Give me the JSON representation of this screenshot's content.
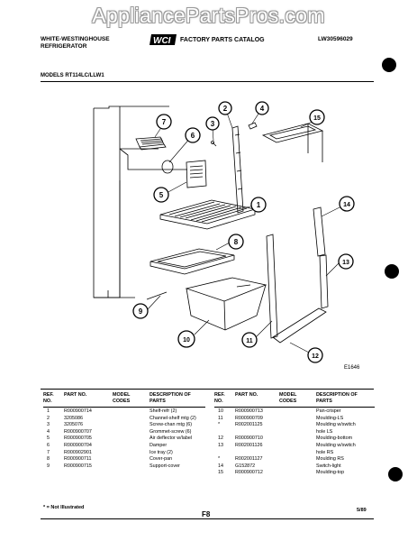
{
  "watermark": "AppliancePartsPros.com",
  "header": {
    "brand_line1": "WHITE-WESTINGHOUSE",
    "brand_line2": "REFRIGERATOR",
    "logo_text": "WCI",
    "catalog_title": "FACTORY PARTS CATALOG",
    "catalog_code": "LW30596029"
  },
  "models": "MODELS RT114LC/LLW1",
  "figure": {
    "code": "E1646",
    "callouts": [
      "1",
      "2",
      "3",
      "4",
      "5",
      "6",
      "7",
      "8",
      "9",
      "10",
      "11",
      "12",
      "13",
      "14",
      "15"
    ]
  },
  "table": {
    "headers": {
      "ref_no": "REF. NO.",
      "part_no": "PART NO.",
      "model_codes": "MODEL CODES",
      "description": "DESCRIPTION OF PARTS"
    },
    "left_rows": [
      {
        "ref": "1",
        "part": "R000900714",
        "code": "",
        "desc": "Shelf-refr (2)"
      },
      {
        "ref": "2",
        "part": "3205086",
        "code": "",
        "desc": "Channel-shelf mtg (2)"
      },
      {
        "ref": "3",
        "part": "3205076",
        "code": "",
        "desc": "Screw-chan mtg (6)"
      },
      {
        "ref": "4",
        "part": "R000900707",
        "code": "",
        "desc": "Grommet-screw (6)"
      },
      {
        "ref": "5",
        "part": "R000900705",
        "code": "",
        "desc": "Air deflector w/label"
      },
      {
        "ref": "6",
        "part": "R000900704",
        "code": "",
        "desc": "Damper"
      },
      {
        "ref": "7",
        "part": "R000902901",
        "code": "",
        "desc": "Ice tray (2)"
      },
      {
        "ref": "8",
        "part": "R000900711",
        "code": "",
        "desc": "Cover-pan"
      },
      {
        "ref": "9",
        "part": "R000900715",
        "code": "",
        "desc": "Support-cover"
      }
    ],
    "right_rows": [
      {
        "ref": "10",
        "part": "R000900713",
        "code": "",
        "desc": "Pan-crisper"
      },
      {
        "ref": "11",
        "part": "R000900709",
        "code": "",
        "desc": "Moulding-LS"
      },
      {
        "ref": "*",
        "part": "R002001125",
        "code": "",
        "desc": "Moulding w/switch"
      },
      {
        "ref": "",
        "part": "",
        "code": "",
        "desc": "hole LS"
      },
      {
        "ref": "12",
        "part": "R000900710",
        "code": "",
        "desc": "Moulding-bottom"
      },
      {
        "ref": "13",
        "part": "R002001126",
        "code": "",
        "desc": "Moulding w/switch"
      },
      {
        "ref": "",
        "part": "",
        "code": "",
        "desc": "hole RS"
      },
      {
        "ref": "*",
        "part": "R002001127",
        "code": "",
        "desc": "Moulding RS"
      },
      {
        "ref": "14",
        "part": "G152872",
        "code": "",
        "desc": "Switch-light"
      },
      {
        "ref": "15",
        "part": "R000900712",
        "code": "",
        "desc": "Moulding-top"
      }
    ]
  },
  "footer": {
    "note": "* = Not Illustrated",
    "page": "F8",
    "date": "5/89"
  }
}
